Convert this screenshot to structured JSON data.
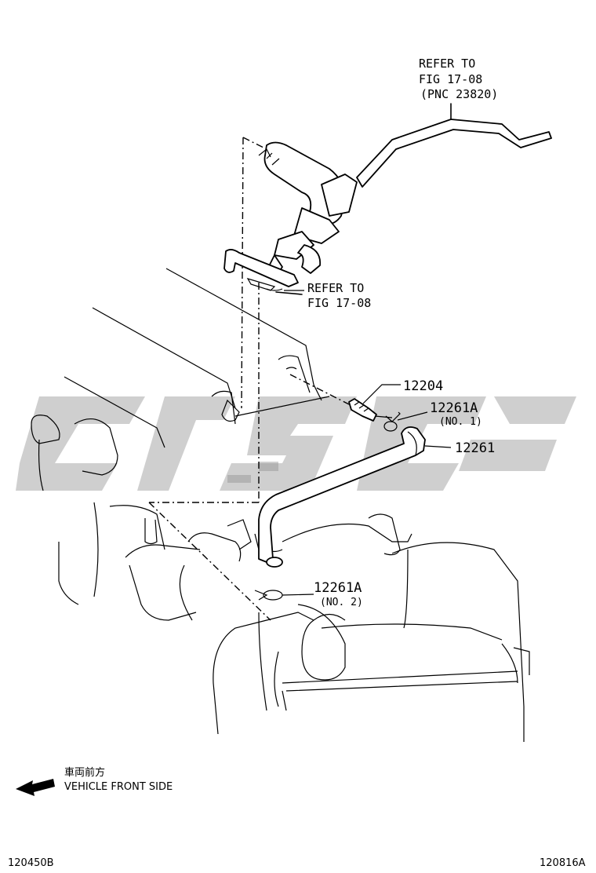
{
  "callouts": {
    "refer_top_line1": "REFER TO",
    "refer_top_line2": "FIG 17-08",
    "refer_top_line3": "(PNC 23820)",
    "refer_mid_line1": "REFER TO",
    "refer_mid_line2": "FIG 17-08",
    "part_12204": "12204",
    "part_12261A_1": "12261A",
    "part_12261A_1_sub": "(NO. 1)",
    "part_12261": "12261",
    "part_12261A_2": "12261A",
    "part_12261A_2_sub": "(NO. 2)"
  },
  "legend": {
    "front_jp": "車両前方",
    "front_en": "VEHICLE FRONT SIDE"
  },
  "footer": {
    "left_code": "120450B",
    "right_code": "120816A"
  }
}
